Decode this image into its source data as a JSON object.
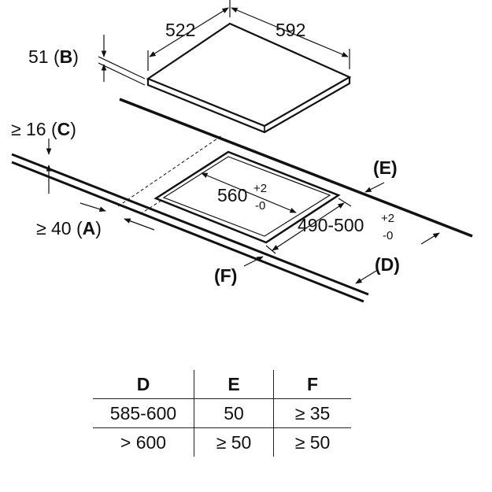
{
  "diagram": {
    "dim_width": "522",
    "dim_depth": "592",
    "dim_b_value": "51 (",
    "dim_b_letter": "B",
    "dim_c_value": "≥ 16 (",
    "dim_c_letter": "C",
    "dim_a_value": "≥ 40 (",
    "dim_a_letter": "A",
    "cutout_width": "560",
    "cutout_width_tol_plus": "+2",
    "cutout_width_tol_minus": "-0",
    "cutout_depth": "490-500",
    "cutout_depth_tol_plus": "+2",
    "cutout_depth_tol_minus": "-0",
    "label_e": "(E)",
    "label_d": "(D)",
    "label_f": "(F)",
    "close_paren": ")"
  },
  "table": {
    "headers": [
      "D",
      "E",
      "F"
    ],
    "rows": [
      [
        "585-600",
        "50",
        "≥ 35"
      ],
      [
        "> 600",
        "≥ 50",
        "≥ 50"
      ]
    ]
  }
}
